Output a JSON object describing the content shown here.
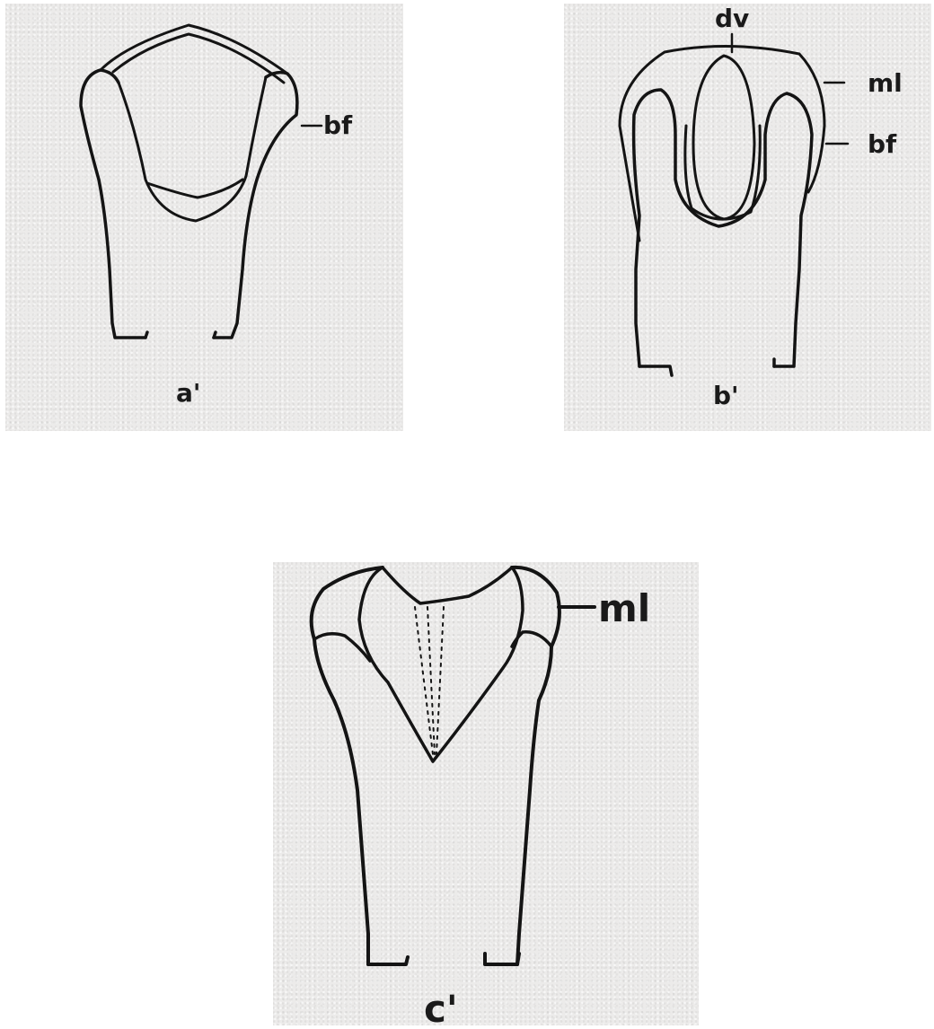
{
  "figures": [
    {
      "id": "a",
      "caption": "a'",
      "labels": [
        "bf"
      ]
    },
    {
      "id": "b",
      "caption": "b'",
      "labels": [
        "dv",
        "ml",
        "bf"
      ]
    },
    {
      "id": "c",
      "caption": "c'",
      "labels": [
        "ml"
      ]
    }
  ],
  "colors": {
    "ink": "#141414",
    "panel_background": "#ecebea"
  }
}
